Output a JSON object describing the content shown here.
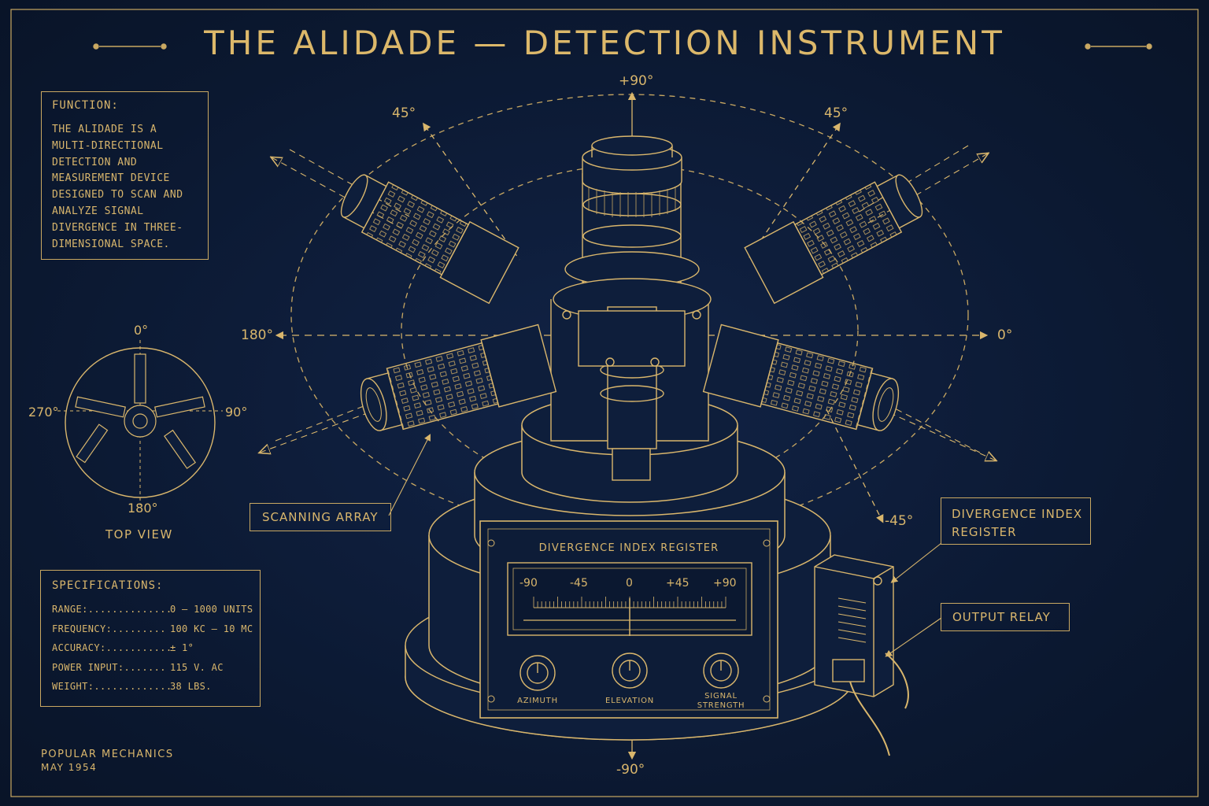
{
  "title": "THE ALIDADE — DETECTION INSTRUMENT",
  "function_panel": {
    "heading": "FUNCTION:",
    "body": "THE ALIDADE IS A\nMULTI-DIRECTIONAL\nDETECTION AND\nMEASUREMENT DEVICE\nDESIGNED TO SCAN AND\nANALYZE SIGNAL\nDIVERGENCE IN THREE-\nDIMENSIONAL SPACE."
  },
  "angles": {
    "top": "+90°",
    "upper_left": "45°",
    "upper_right": "45°",
    "left": "180°",
    "right": "0°",
    "lower_right": "-45°",
    "bottom": "-90°"
  },
  "top_view": {
    "caption": "TOP VIEW",
    "north": "0°",
    "east": "90°",
    "south": "180°",
    "west": "270°"
  },
  "callouts": {
    "scanning_array": "SCANNING ARRAY",
    "divergence_index_register": "DIVERGENCE INDEX\nREGISTER",
    "output_relay": "OUTPUT RELAY"
  },
  "instrument_panel": {
    "heading": "DIVERGENCE INDEX REGISTER",
    "scale": [
      "-90",
      "-45",
      "0",
      "+45",
      "+90"
    ],
    "knobs": [
      "AZIMUTH",
      "ELEVATION",
      "SIGNAL\nSTRENGTH"
    ]
  },
  "specifications": {
    "heading": "SPECIFICATIONS:",
    "rows": [
      {
        "label": "RANGE:..............",
        "value": "0 – 1000 UNITS"
      },
      {
        "label": "FREQUENCY:.........",
        "value": "100 KC – 10 MC"
      },
      {
        "label": "ACCURACY:...........",
        "value": "±  1°"
      },
      {
        "label": "POWER INPUT:.......",
        "value": "115 V. AC"
      },
      {
        "label": "WEIGHT:.............",
        "value": "38 LBS."
      }
    ]
  },
  "credit": {
    "line1": "POPULAR MECHANICS",
    "line2": "MAY 1954"
  },
  "colors": {
    "background": "#0c1a33",
    "ink": "#d9b66c"
  }
}
